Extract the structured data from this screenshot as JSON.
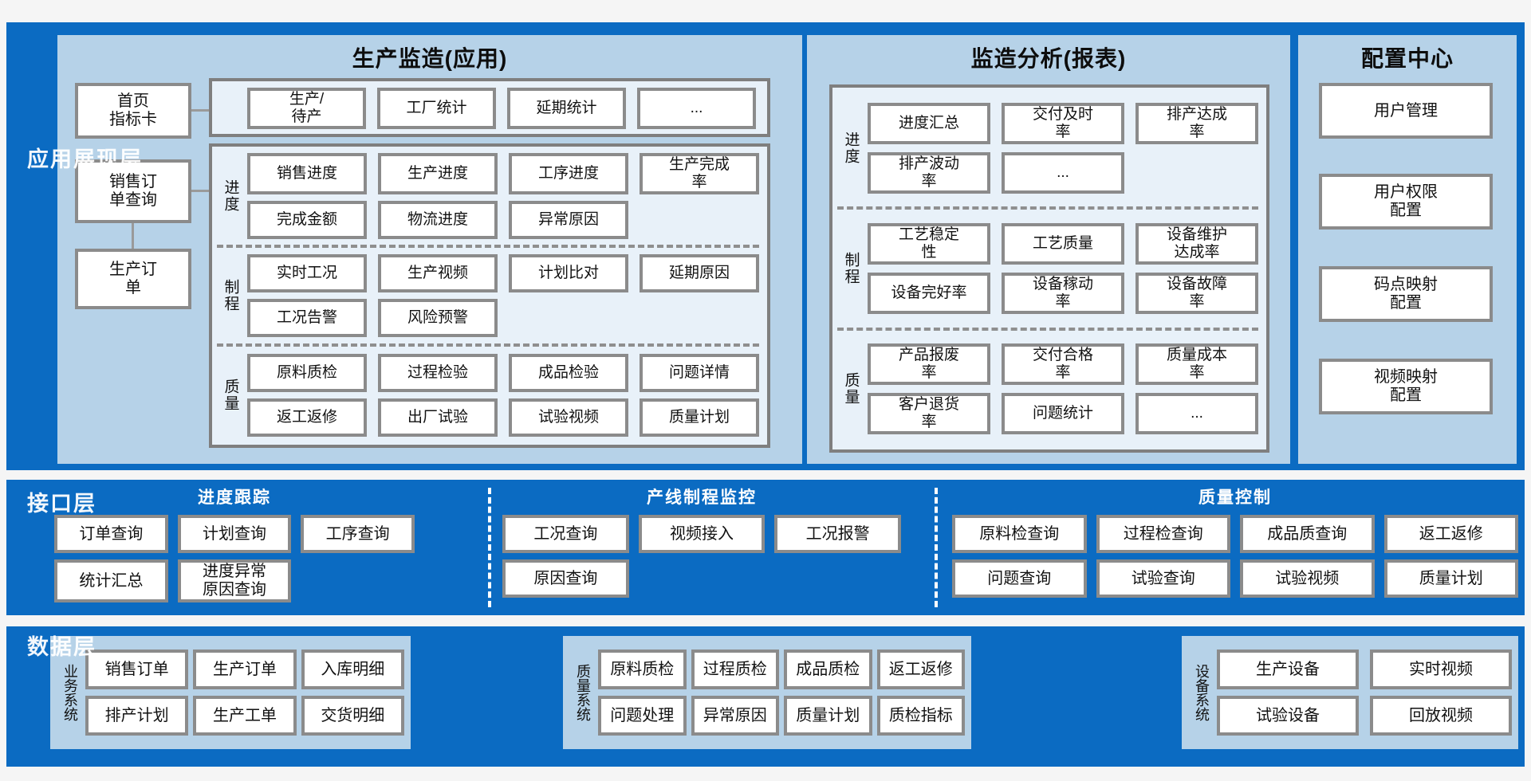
{
  "layer_labels": {
    "app": "应用展现层",
    "interface": "接口层",
    "data": "数据层"
  },
  "colors": {
    "band_blue": "#0b6bc2",
    "panel_blue": "#b6d2e8",
    "group_fill": "#e8f1f9",
    "border_gray": "#8b8b8b",
    "box_white": "#ffffff",
    "page_bg": "#f5f5f5"
  },
  "app_layer": {
    "left_panel": {
      "title": "生产监造(应用)",
      "side_boxes": [
        "首页\n指标卡",
        "销售订\n单查询",
        "生产订\n单"
      ],
      "tab_boxes": [
        "生产/\n待产",
        "工厂统计",
        "延期统计",
        "..."
      ],
      "sections": [
        {
          "label": "进度",
          "r1": [
            "销售进度",
            "生产进度",
            "工序进度",
            "生产完成\n率"
          ],
          "r2": [
            "完成金额",
            "物流进度",
            "异常原因"
          ]
        },
        {
          "label": "制程",
          "r1": [
            "实时工况",
            "生产视频",
            "计划比对",
            "延期原因"
          ],
          "r2": [
            "工况告警",
            "风险预警"
          ]
        },
        {
          "label": "质量",
          "r1": [
            "原料质检",
            "过程检验",
            "成品检验",
            "问题详情"
          ],
          "r2": [
            "返工返修",
            "出厂试验",
            "试验视频",
            "质量计划"
          ]
        }
      ]
    },
    "middle_panel": {
      "title": "监造分析(报表)",
      "sections": [
        {
          "label": "进度",
          "r1": [
            "进度汇总",
            "交付及时\n率",
            "排产达成\n率"
          ],
          "r2": [
            "排产波动\n率",
            "..."
          ]
        },
        {
          "label": "制程",
          "r1": [
            "工艺稳定\n性",
            "工艺质量",
            "设备维护\n达成率"
          ],
          "r2": [
            "设备完好率",
            "设备稼动\n率",
            "设备故障\n率"
          ]
        },
        {
          "label": "质量",
          "r1": [
            "产品报废\n率",
            "交付合格\n率",
            "质量成本\n率"
          ],
          "r2": [
            "客户退货\n率",
            "问题统计",
            "..."
          ]
        }
      ]
    },
    "right_panel": {
      "title": "配置中心",
      "items": [
        "用户管理",
        "用户权限\n配置",
        "码点映射\n配置",
        "视频映射\n配置"
      ]
    }
  },
  "interface_layer": {
    "sections": [
      {
        "title": "进度跟踪",
        "r1": [
          "订单查询",
          "计划查询",
          "工序查询"
        ],
        "r2": [
          "统计汇总",
          "进度异常\n原因查询"
        ]
      },
      {
        "title": "产线制程监控",
        "r1": [
          "工况查询",
          "视频接入",
          "工况报警"
        ],
        "r2": [
          "原因查询"
        ]
      },
      {
        "title": "质量控制",
        "r1": [
          "原料检查询",
          "过程检查询",
          "成品质查询",
          "返工返修"
        ],
        "r2": [
          "问题查询",
          "试验查询",
          "试验视频",
          "质量计划"
        ]
      }
    ]
  },
  "data_layer": {
    "systems": [
      {
        "label": "业务系统",
        "r1": [
          "销售订单",
          "生产订单",
          "入库明细"
        ],
        "r2": [
          "排产计划",
          "生产工单",
          "交货明细"
        ]
      },
      {
        "label": "质量系统",
        "r1": [
          "原料质检",
          "过程质检",
          "成品质检",
          "返工返修"
        ],
        "r2": [
          "问题处理",
          "异常原因",
          "质量计划",
          "质检指标"
        ]
      },
      {
        "label": "设备系统",
        "r1": [
          "生产设备",
          "实时视频"
        ],
        "r2": [
          "试验设备",
          "回放视频"
        ]
      }
    ]
  }
}
